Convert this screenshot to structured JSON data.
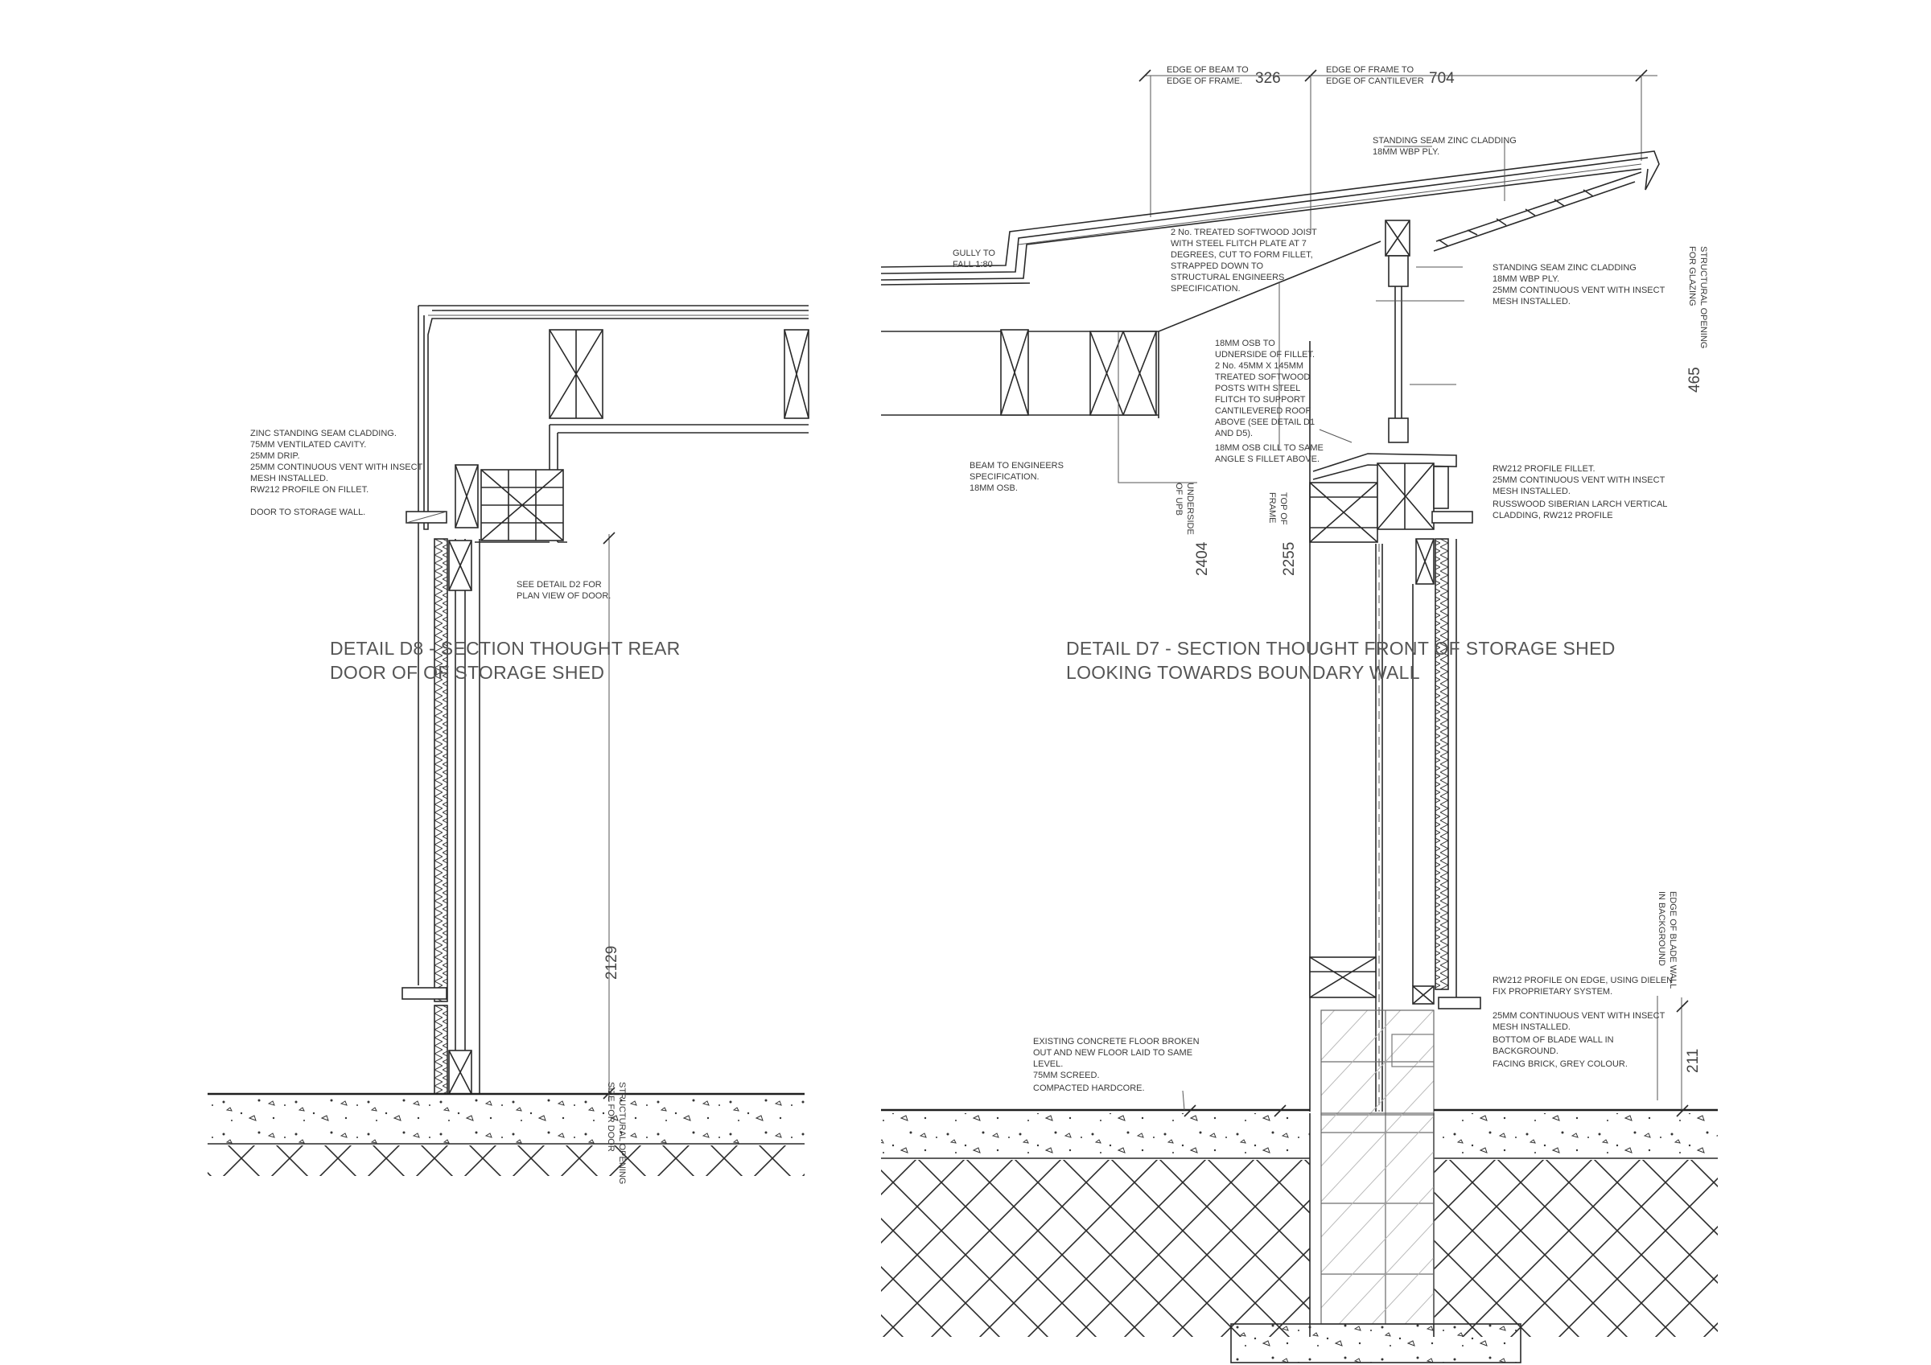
{
  "d8": {
    "title_line1": "DETAIL D8 - SECTION THOUGHT REAR",
    "title_line2": "DOOR OF OF STORAGE SHED",
    "notes": {
      "cladding": [
        "ZINC STANDING SEAM CLADDING.",
        "75MM VENTILATED CAVITY.",
        "25MM DRIP.",
        "25MM CONTINUOUS VENT WITH INSECT",
        "MESH INSTALLED.",
        "RW212 PROFILE ON FILLET.",
        "",
        "DOOR TO STORAGE WALL."
      ],
      "see_detail": [
        "SEE DETAIL D2 FOR",
        "PLAN VIEW OF DOOR."
      ]
    },
    "dims": {
      "opening_value": "2129",
      "opening_label": [
        "STRUCTURAL OPENING",
        "SIZE FOR DOOR"
      ]
    }
  },
  "d7": {
    "title_line1": "DETAIL D7 - SECTION THOUGHT FRONT OF STORAGE SHED",
    "title_line2": "LOOKING TOWARDS BOUNDARY WALL",
    "top_dims": [
      {
        "label": [
          "EDGE OF BEAM TO",
          "EDGE OF FRAME."
        ],
        "value": "326"
      },
      {
        "label": [
          "EDGE OF FRAME TO",
          "EDGE OF CANTILEVER"
        ],
        "value": "704"
      }
    ],
    "notes": {
      "roof_top": [
        "STANDING SEAM ZINC CLADDING",
        "18MM WBP PLY."
      ],
      "gully": [
        "GULLY TO",
        "FALL 1:80"
      ],
      "joist": [
        "2 No. TREATED SOFTWOOD JOIST",
        "WITH STEEL FLITCH PLATE AT 7",
        "DEGREES, CUT TO FORM FILLET,",
        "STRAPPED DOWN TO",
        "STRUCTURAL ENGINEERS",
        "SPECIFICATION."
      ],
      "soffit": [
        "STANDING SEAM ZINC CLADDING",
        "18MM WBP PLY.",
        "25MM CONTINUOUS VENT WITH INSECT",
        "MESH INSTALLED."
      ],
      "osb": [
        "18MM OSB TO",
        "UDNERSIDE OF FILLET.",
        "2 No. 45MM X 145MM",
        "TREATED SOFTWOOD",
        "POSTS WITH STEEL",
        "FLITCH TO SUPPORT",
        "CANTILEVERED ROOF",
        "ABOVE (SEE DETAIL D1",
        "AND D5).",
        "18MM OSB CILL TO SAME",
        "ANGLE S FILLET ABOVE."
      ],
      "beam": [
        "BEAM TO ENGINEERS",
        "SPECIFICATION.",
        "18MM OSB."
      ],
      "fillet": [
        "RW212 PROFILE FILLET.",
        "25MM CONTINUOUS VENT WITH INSECT",
        "MESH INSTALLED.",
        "RUSSWOOD SIBERIAN LARCH VERTICAL",
        "CLADDING, RW212 PROFILE"
      ],
      "edge_profile": [
        "RW212 PROFILE ON EDGE, USING DIELEN",
        "FIX PROPRIETARY SYSTEM."
      ],
      "blade_bottom": [
        "25MM CONTINUOUS VENT WITH INSECT",
        "MESH INSTALLED.",
        "BOTTOM OF BLADE WALL IN",
        "BACKGROUND.",
        "FACING BRICK, GREY COLOUR."
      ],
      "floor": [
        "EXISTING CONCRETE FLOOR BROKEN",
        "OUT AND NEW FLOOR LAID TO SAME",
        "LEVEL.",
        "75MM SCREED.",
        "COMPACTED HARDCORE."
      ]
    },
    "vertical_labels": {
      "underside": [
        "UNDERSIDE",
        "OF UPB"
      ],
      "top_frame": [
        "TOP OF",
        "FRAME"
      ],
      "glazing": [
        "STRUCTURAL OPENING",
        "FOR GLAZING"
      ],
      "blade": [
        "EDGE OF BLADE WALL",
        "IN BACKGROUND"
      ]
    },
    "dims": {
      "underside": "2404",
      "top_frame": "2255",
      "glazing": "465",
      "blade": "211"
    }
  }
}
